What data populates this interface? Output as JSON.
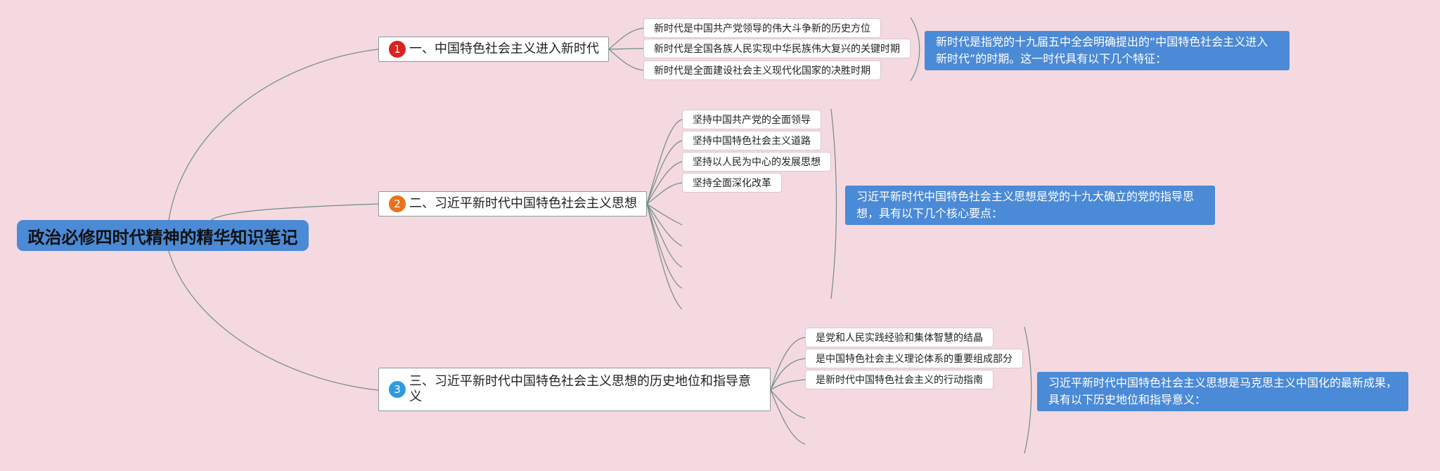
{
  "root": {
    "label": "政治必修四时代精神的精华知识笔记"
  },
  "colors": {
    "background": "#f5d9e0",
    "root_fill": "#4b8ad6",
    "summary_fill": "#4b8ad6",
    "connector": "#6f8d84",
    "badge_1": "#d9231e",
    "badge_2": "#e8731c",
    "badge_3": "#2f9be0"
  },
  "branches": [
    {
      "number": "1",
      "label": "一、中国特色社会主义进入新时代",
      "children": [
        "新时代是中国共产党领导的伟大斗争新的历史方位",
        "新时代是全国各族人民实现中华民族伟大复兴的关键时期",
        "新时代是全面建设社会主义现代化国家的决胜时期"
      ],
      "summary": "新时代是指党的十九届五中全会明确提出的“中国特色社会主义进入新时代”的时期。这一时代具有以下几个特征："
    },
    {
      "number": "2",
      "label": "二、习近平新时代中国特色社会主义思想",
      "children": [
        "坚持中国共产党的全面领导",
        "坚持中国特色社会主义道路",
        "坚持以人民为中心的发展思想",
        "坚持全面深化改革"
      ],
      "summary": "习近平新时代中国特色社会主义思想是党的十九大确立的党的指导思想，具有以下几个核心要点："
    },
    {
      "number": "3",
      "label": "三、习近平新时代中国特色社会主义思想的历史地位和指导意义",
      "children": [
        "是党和人民实践经验和集体智慧的结晶",
        "是中国特色社会主义理论体系的重要组成部分",
        "是新时代中国特色社会主义的行动指南"
      ],
      "summary": "习近平新时代中国特色社会主义思想是马克思主义中国化的最新成果，具有以下历史地位和指导意义："
    }
  ]
}
